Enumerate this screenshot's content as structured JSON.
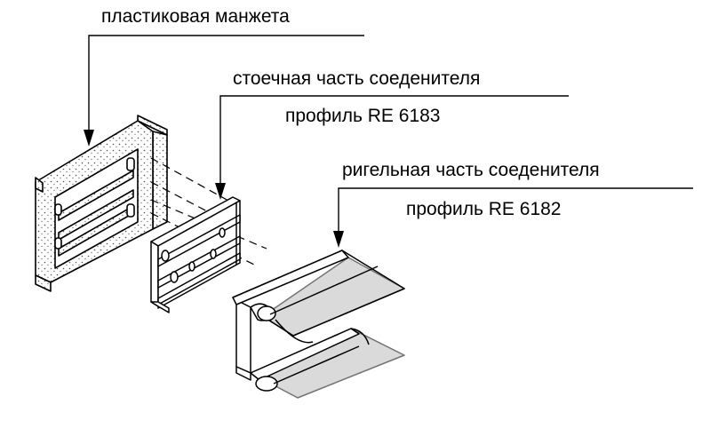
{
  "labels": {
    "cuff": "пластиковая манжета",
    "post": "стоечная часть соеденителя",
    "post_profile": "профиль RE 6183",
    "rail": "ригельная часть соеденителя",
    "rail_profile": "профиль RE 6182"
  },
  "colors": {
    "ink": "#000000",
    "paper": "#ffffff",
    "shade": "#bdbdbd"
  }
}
